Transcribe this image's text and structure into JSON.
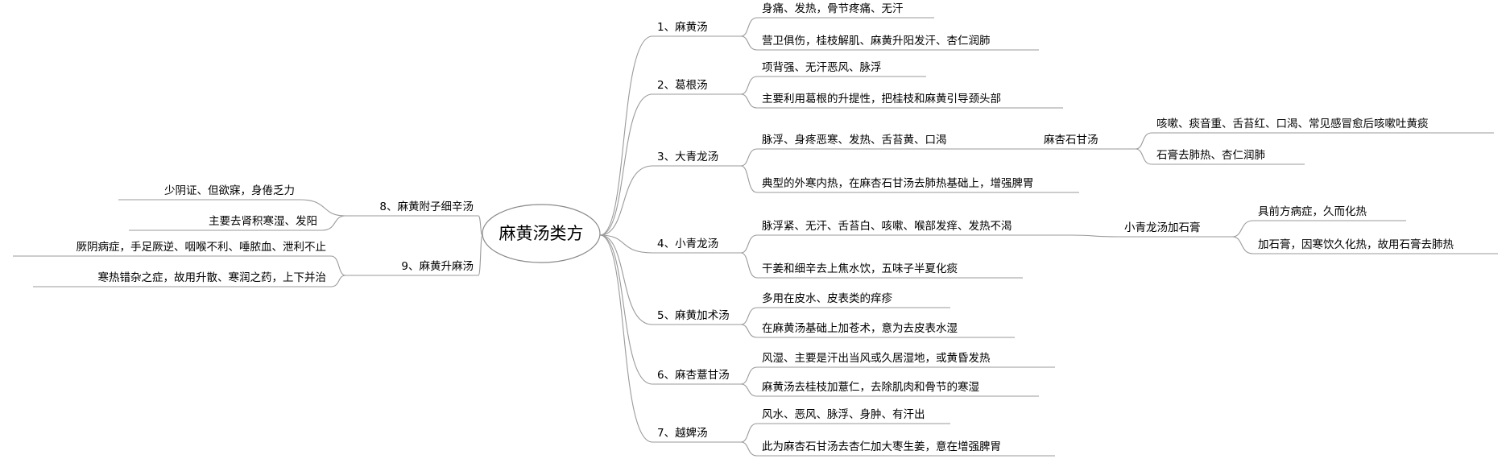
{
  "root": {
    "label": "麻黄汤类方"
  },
  "right_branches": [
    {
      "label": "1、麻黄汤",
      "children": [
        {
          "label": "身痛、发热，骨节疼痛、无汗"
        },
        {
          "label": "营卫俱伤，桂枝解肌、麻黄升阳发汗、杏仁润肺"
        }
      ]
    },
    {
      "label": "2、葛根汤",
      "children": [
        {
          "label": "项背强、无汗恶风、脉浮"
        },
        {
          "label": "主要利用葛根的升提性，把桂枝和麻黄引导颈头部"
        }
      ]
    },
    {
      "label": "3、大青龙汤",
      "children": [
        {
          "label": "脉浮、身疼恶寒、发热、舌苔黄、口渴",
          "children": [
            {
              "label": "麻杏石甘汤",
              "children": [
                {
                  "label": "咳嗽、痰音重、舌苔红、口渴、常见感冒愈后咳嗽吐黄痰"
                },
                {
                  "label": "石膏去肺热、杏仁润肺"
                }
              ]
            }
          ]
        },
        {
          "label": "典型的外寒内热，在麻杏石甘汤去肺热基础上，增强脾胃"
        }
      ]
    },
    {
      "label": "4、小青龙汤",
      "children": [
        {
          "label": "脉浮紧、无汗、舌苔白、咳嗽、喉部发痒、发热不渴",
          "children": [
            {
              "label": "小青龙汤加石膏",
              "children": [
                {
                  "label": "具前方病症，久而化热"
                },
                {
                  "label": "加石膏，因寒饮久化热，故用石膏去肺热"
                }
              ]
            }
          ]
        },
        {
          "label": "干姜和细辛去上焦水饮，五味子半夏化痰"
        }
      ]
    },
    {
      "label": "5、麻黄加术汤",
      "children": [
        {
          "label": "多用在皮水、皮表类的痒疹"
        },
        {
          "label": "在麻黄汤基础上加苍术，意为去皮表水湿"
        }
      ]
    },
    {
      "label": "6、麻杏薏甘汤",
      "children": [
        {
          "label": "风湿、主要是汗出当风或久居湿地，或黄昏发热"
        },
        {
          "label": "麻黄汤去桂枝加薏仁，去除肌肉和骨节的寒湿"
        }
      ]
    },
    {
      "label": "7、越婢汤",
      "children": [
        {
          "label": "风水、恶风、脉浮、身肿、有汗出"
        },
        {
          "label": "此为麻杏石甘汤去杏仁加大枣生姜，意在增强脾胃"
        }
      ]
    }
  ],
  "left_branches": [
    {
      "label": "8、麻黄附子细辛汤",
      "children": [
        {
          "label": "少阴证、但欲寐，身倦乏力"
        },
        {
          "label": "主要去肾积寒湿、发阳"
        }
      ]
    },
    {
      "label": "9、麻黄升麻汤",
      "children": [
        {
          "label": "厥阴病症，手足厥逆、咽喉不利、唾脓血、泄利不止"
        },
        {
          "label": "寒热错杂之症，故用升散、寒润之药，上下并治"
        }
      ]
    }
  ]
}
